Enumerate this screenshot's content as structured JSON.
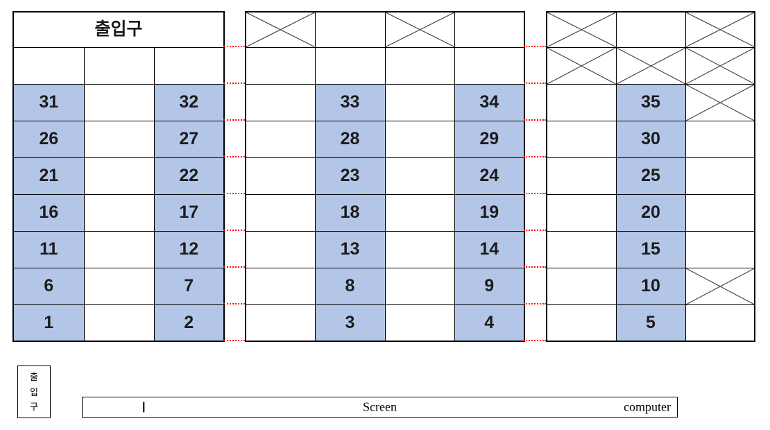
{
  "palette": {
    "seat_fill": "#b4c6e7",
    "border": "#000000",
    "x_mark": "#3f3f3f",
    "aisle_dot": "#ff0000"
  },
  "entrance_bottom": {
    "label": "출입구",
    "chars": [
      "출",
      "입",
      "구"
    ]
  },
  "screen_bar": {
    "left_mark": "|",
    "screen_label": "Screen",
    "computer_label": "computer"
  },
  "grid": {
    "x_mark_symbol": "X",
    "sections": [
      {
        "name": "left",
        "merged_header": "출입구",
        "rows": [
          [
            null,
            null,
            null
          ],
          [
            31,
            null,
            32
          ],
          [
            26,
            null,
            27
          ],
          [
            21,
            null,
            22
          ],
          [
            16,
            null,
            17
          ],
          [
            11,
            null,
            12
          ],
          [
            6,
            null,
            7
          ],
          [
            1,
            null,
            2
          ]
        ]
      },
      {
        "name": "middle",
        "rows": [
          [
            "X",
            null,
            "X",
            null
          ],
          [
            null,
            null,
            null,
            null
          ],
          [
            null,
            33,
            null,
            34
          ],
          [
            null,
            28,
            null,
            29
          ],
          [
            null,
            23,
            null,
            24
          ],
          [
            null,
            18,
            null,
            19
          ],
          [
            null,
            13,
            null,
            14
          ],
          [
            null,
            8,
            null,
            9
          ],
          [
            null,
            3,
            null,
            4
          ]
        ]
      },
      {
        "name": "right",
        "rows": [
          [
            "X",
            null,
            "X"
          ],
          [
            "X",
            "X",
            "X"
          ],
          [
            null,
            35,
            "X"
          ],
          [
            null,
            30,
            null
          ],
          [
            null,
            25,
            null
          ],
          [
            null,
            20,
            null
          ],
          [
            null,
            15,
            null
          ],
          [
            null,
            10,
            "X"
          ],
          [
            null,
            5,
            null
          ]
        ]
      }
    ]
  }
}
